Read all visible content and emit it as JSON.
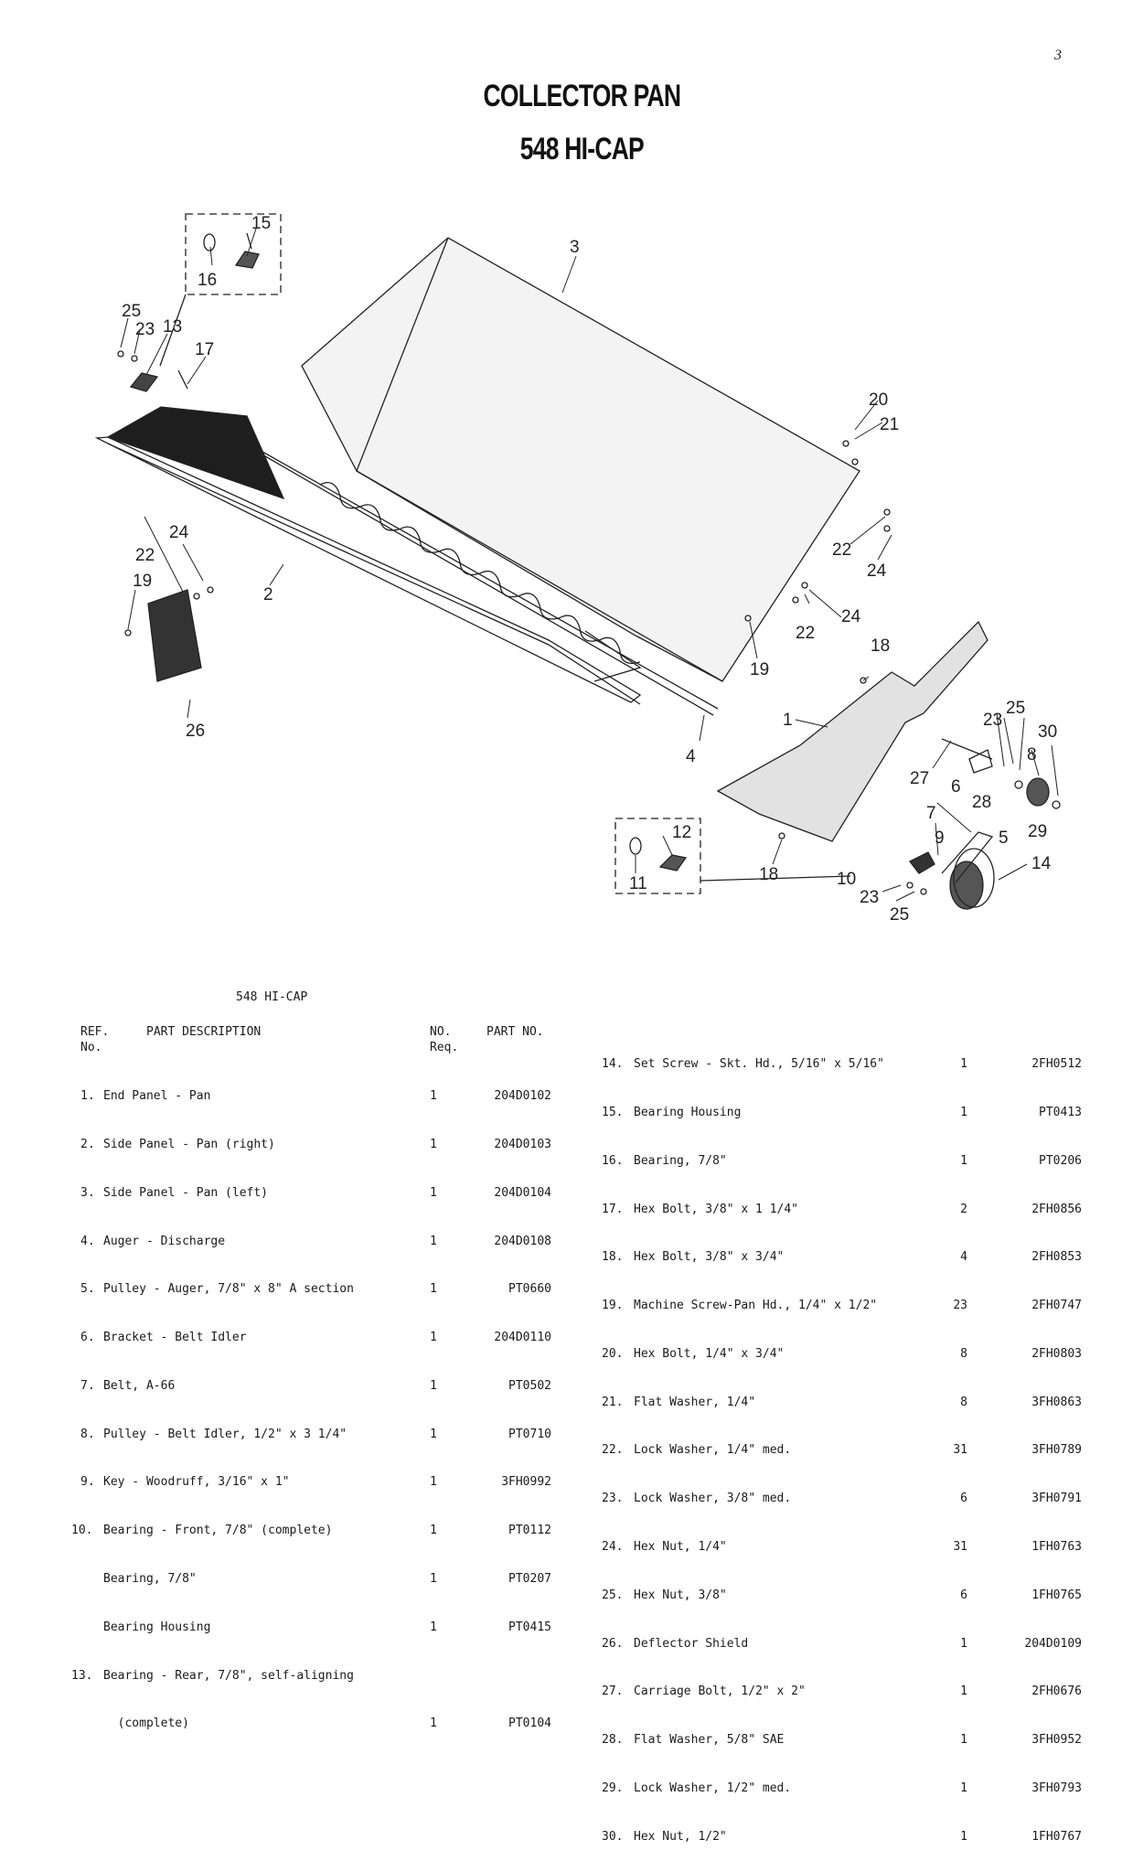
{
  "page_number": "3",
  "title": "COLLECTOR PAN",
  "model": "548 HI-CAP",
  "table_caption": "548 HI-CAP",
  "headers": {
    "ref": "REF.",
    "ref2": "No.",
    "desc": "PART DESCRIPTION",
    "qty": "NO.",
    "qty2": "Req.",
    "part": "PART NO."
  },
  "callouts": [
    "1",
    "2",
    "3",
    "4",
    "5",
    "6",
    "7",
    "8",
    "9",
    "10",
    "11",
    "12",
    "13",
    "14",
    "15",
    "16",
    "17",
    "18",
    "18",
    "19",
    "19",
    "20",
    "21",
    "22",
    "22",
    "22",
    "23",
    "23",
    "23",
    "24",
    "24",
    "24",
    "25",
    "25",
    "25",
    "26",
    "27",
    "28",
    "29",
    "30"
  ],
  "left_rows": [
    {
      "ref": "1.",
      "desc": "End Panel - Pan",
      "qty": "1",
      "part": "204D0102"
    },
    {
      "ref": "2.",
      "desc": "Side Panel - Pan (right)",
      "qty": "1",
      "part": "204D0103"
    },
    {
      "ref": "3.",
      "desc": "Side Panel - Pan (left)",
      "qty": "1",
      "part": "204D0104"
    },
    {
      "ref": "4.",
      "desc": "Auger - Discharge",
      "qty": "1",
      "part": "204D0108"
    },
    {
      "ref": "5.",
      "desc": "Pulley - Auger, 7/8\" x 8\" A section",
      "qty": "1",
      "part": "PT0660"
    },
    {
      "ref": "6.",
      "desc": "Bracket - Belt Idler",
      "qty": "1",
      "part": "204D0110"
    },
    {
      "ref": "7.",
      "desc": "Belt, A-66",
      "qty": "1",
      "part": "PT0502"
    },
    {
      "ref": "8.",
      "desc": "Pulley - Belt Idler, 1/2\" x 3 1/4\"",
      "qty": "1",
      "part": "PT0710"
    },
    {
      "ref": "9.",
      "desc": "Key - Woodruff, 3/16\" x 1\"",
      "qty": "1",
      "part": "3FH0992"
    },
    {
      "ref": "10.",
      "desc": "Bearing - Front, 7/8\" (complete)",
      "qty": "1",
      "part": "PT0112"
    },
    {
      "ref": "",
      "desc": "Bearing, 7/8\"",
      "qty": "1",
      "part": "PT0207"
    },
    {
      "ref": "",
      "desc": "Bearing Housing",
      "qty": "1",
      "part": "PT0415"
    },
    {
      "ref": "13.",
      "desc": "Bearing - Rear, 7/8\", self-aligning",
      "qty": "",
      "part": ""
    },
    {
      "ref": "",
      "desc": "  (complete)",
      "qty": "1",
      "part": "PT0104"
    }
  ],
  "right_rows": [
    {
      "ref": "14.",
      "desc": "Set Screw - Skt. Hd., 5/16\" x 5/16\"",
      "qty": "1",
      "part": "2FH0512"
    },
    {
      "ref": "15.",
      "desc": "Bearing Housing",
      "qty": "1",
      "part": "PT0413"
    },
    {
      "ref": "16.",
      "desc": "Bearing, 7/8\"",
      "qty": "1",
      "part": "PT0206"
    },
    {
      "ref": "17.",
      "desc": "Hex Bolt, 3/8\" x 1 1/4\"",
      "qty": "2",
      "part": "2FH0856"
    },
    {
      "ref": "18.",
      "desc": "Hex Bolt, 3/8\" x 3/4\"",
      "qty": "4",
      "part": "2FH0853"
    },
    {
      "ref": "19.",
      "desc": "Machine Screw-Pan Hd., 1/4\" x 1/2\"",
      "qty": "23",
      "part": "2FH0747"
    },
    {
      "ref": "20.",
      "desc": "Hex Bolt, 1/4\" x 3/4\"",
      "qty": "8",
      "part": "2FH0803"
    },
    {
      "ref": "21.",
      "desc": "Flat Washer, 1/4\"",
      "qty": "8",
      "part": "3FH0863"
    },
    {
      "ref": "22.",
      "desc": "Lock Washer, 1/4\" med.",
      "qty": "31",
      "part": "3FH0789"
    },
    {
      "ref": "23.",
      "desc": "Lock Washer, 3/8\" med.",
      "qty": "6",
      "part": "3FH0791"
    },
    {
      "ref": "24.",
      "desc": "Hex Nut, 1/4\"",
      "qty": "31",
      "part": "1FH0763"
    },
    {
      "ref": "25.",
      "desc": "Hex Nut, 3/8\"",
      "qty": "6",
      "part": "1FH0765"
    },
    {
      "ref": "26.",
      "desc": "Deflector Shield",
      "qty": "1",
      "part": "204D0109"
    },
    {
      "ref": "27.",
      "desc": "Carriage Bolt, 1/2\" x 2\"",
      "qty": "1",
      "part": "2FH0676"
    },
    {
      "ref": "28.",
      "desc": "Flat Washer, 5/8\" SAE",
      "qty": "1",
      "part": "3FH0952"
    },
    {
      "ref": "29.",
      "desc": "Lock Washer, 1/2\" med.",
      "qty": "1",
      "part": "3FH0793"
    },
    {
      "ref": "30.",
      "desc": "Hex Nut, 1/2\"",
      "qty": "1",
      "part": "1FH0767"
    }
  ]
}
